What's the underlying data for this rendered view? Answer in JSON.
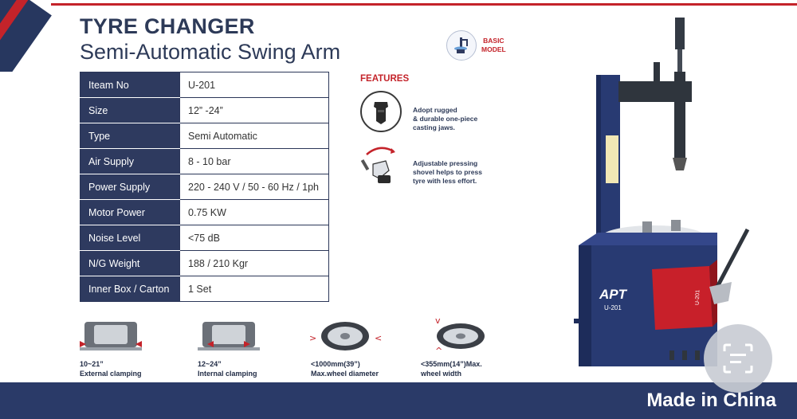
{
  "header": {
    "title": "TYRE CHANGER",
    "subtitle": "Semi-Automatic Swing Arm",
    "badge": [
      "BASIC",
      "MODEL"
    ]
  },
  "specs": [
    {
      "label": "Iteam No",
      "value": "U-201"
    },
    {
      "label": "Size",
      "value": "12”  -24”"
    },
    {
      "label": "Type",
      "value": "Semi Automatic"
    },
    {
      "label": "Air Supply",
      "value": "8 - 10 bar"
    },
    {
      "label": "Power Supply",
      "value": "220 - 240 V / 50 - 60 Hz / 1ph"
    },
    {
      "label": "Motor Power",
      "value": "0.75 KW"
    },
    {
      "label": "Noise Level",
      "value": "<75 dB"
    },
    {
      "label": "N/G Weight",
      "value": "188 / 210 Kgr"
    },
    {
      "label": "Inner Box / Carton",
      "value": "1 Set"
    }
  ],
  "features": {
    "title": "FEATURES",
    "items": [
      {
        "icon": "clamping-jaw-icon",
        "text": "Adopt rugged\n& durable one-piece\ncasting jaws."
      },
      {
        "icon": "pressing-shovel-icon",
        "text": "Adjustable pressing\nshovel helps to press\ntyre with less effort."
      }
    ]
  },
  "clamping": [
    {
      "icon": "external-clamping-icon",
      "caption": "10~21”\nExternal clamping"
    },
    {
      "icon": "internal-clamping-icon",
      "caption": "12~24”\nInternal clamping"
    },
    {
      "icon": "wheel-diameter-icon",
      "caption": "<1000mm(39”)\nMax.wheel diameter"
    },
    {
      "icon": "wheel-width-icon",
      "caption": "<355mm(14”)Max.\nwheel width"
    }
  ],
  "machine": {
    "brand": "APT",
    "model": "U-201",
    "side_label": "U-201"
  },
  "footer": {
    "made_in": "Made in China"
  },
  "colors": {
    "navy": "#2a3a68",
    "table_label_bg": "#2e3a5f",
    "accent_red": "#c4232a",
    "machine_red": "#c8202a"
  }
}
